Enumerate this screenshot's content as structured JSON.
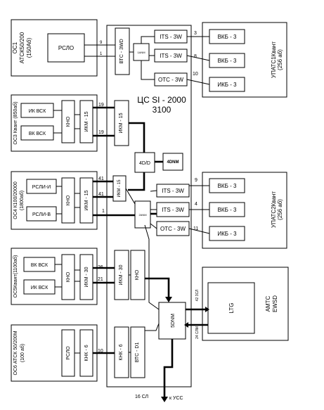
{
  "center": {
    "title": "ЦС SI - 2000",
    "subtitle": "3100"
  },
  "stations": {
    "oc1": {
      "label_line1": "ОС1",
      "label_line2": "АТСК50/200",
      "label_line3": "(150Аб)",
      "rslo": "РСЛО"
    },
    "oc3": {
      "label": "ОС3 Квант (850аб)",
      "ik_vsk": "ИК ВСК",
      "vk_vsk": "ВК ВСК",
      "kno": "КНО",
      "ikm": "ИКМ - 15"
    },
    "oc4": {
      "label_line1": "ОС4 К100/20000",
      "label_line2": "(1800аб)",
      "rsli_i": "РСЛИ-И",
      "rsli_v": "РСЛИ-В",
      "kno": "КНО",
      "ikm": "ИКМ - 15"
    },
    "oc5": {
      "label": "ОС5Квант(1100аб)",
      "vk_vsk": "ВК ВСК",
      "ik_vsk": "ИК ВСК",
      "kno": "КНО",
      "ikm": "ИКМ - 30"
    },
    "oc6": {
      "label_line1": "ОС6 АТСК 50/200М",
      "label_line2": "(100 аб)",
      "rslo": "РСЛО",
      "knk": "КНК - 6"
    }
  },
  "center_blocks": {
    "vtc_3wd": "ВТС - 3WD",
    "anm_top": "1ANM",
    "its1": "ITS - 3W",
    "its2": "ITS - 3W",
    "otc1": "OTC - 3W",
    "ikm15_a": "ИКМ - 15",
    "ikm15_b": "ИКМ - 15",
    "d4": "4D/D",
    "dnm4": "4DNM",
    "anm_mid": "2ANM",
    "its3": "ITS - 3W",
    "its4": "ITS - 3W",
    "otc2": "OTC - 3W",
    "ikm30": "ИКМ - 30",
    "kno": "КНО",
    "dnm5": "5DNM",
    "knk6": "КНК - 6",
    "vtc_d1": "ВТС - D1"
  },
  "upats1": {
    "label": "УПАТС1Квант",
    "sub": "(256 аб)",
    "vkb1": "ВКБ - 3",
    "vkb2": "ВКБ - 3",
    "ikb": "ИКБ - 3"
  },
  "upats2": {
    "label": "УПАТС2Квант",
    "sub": "(256 аб)",
    "vkb1": "ВКБ - 3",
    "vkb2": "ВКБ - 3",
    "ikb": "ИКБ - 3"
  },
  "amts": {
    "label_line1": "АМТС",
    "label_line2": "EWSD",
    "ltg": "LTG"
  },
  "links": {
    "n9": "9",
    "n1": "1",
    "n3": "3",
    "n8": "8",
    "n10": "10",
    "n19a": "19",
    "n19b": "19",
    "n41a": "41",
    "n41b": "41",
    "n1b": "1",
    "n9b": "9",
    "n4": "4",
    "n11": "11",
    "n26": "26",
    "n21": "21",
    "n10b": "10",
    "sl42": "42 ЗСЛ",
    "sl24": "24 СЛМ",
    "sl16": "16 СЛ",
    "to_kuss": "к УСС"
  }
}
